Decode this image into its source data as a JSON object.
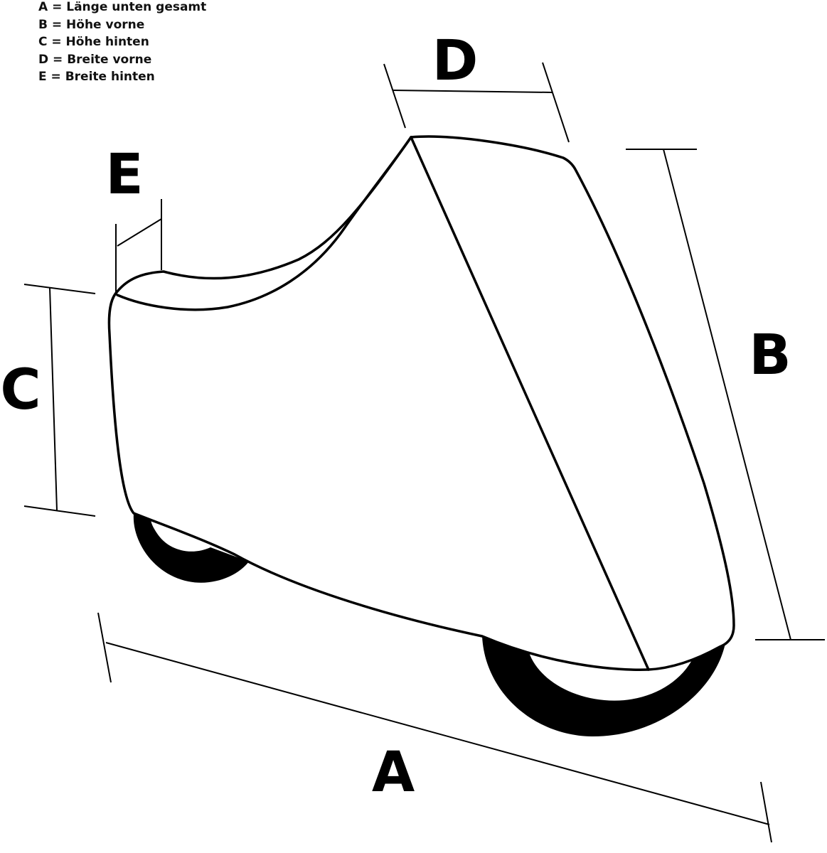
{
  "legend": {
    "items": [
      {
        "letter": "A",
        "text": "A = Länge unten gesamt"
      },
      {
        "letter": "B",
        "text": "B = Höhe vorne"
      },
      {
        "letter": "C",
        "text": "C = Höhe hinten"
      },
      {
        "letter": "D",
        "text": "D = Breite vorne"
      },
      {
        "letter": "E",
        "text": "E = Breite hinten"
      }
    ]
  },
  "labels": {
    "a": "A",
    "b": "B",
    "c": "C",
    "d": "D",
    "e": "E"
  },
  "colors": {
    "line": "#000000",
    "background": "#ffffff"
  }
}
